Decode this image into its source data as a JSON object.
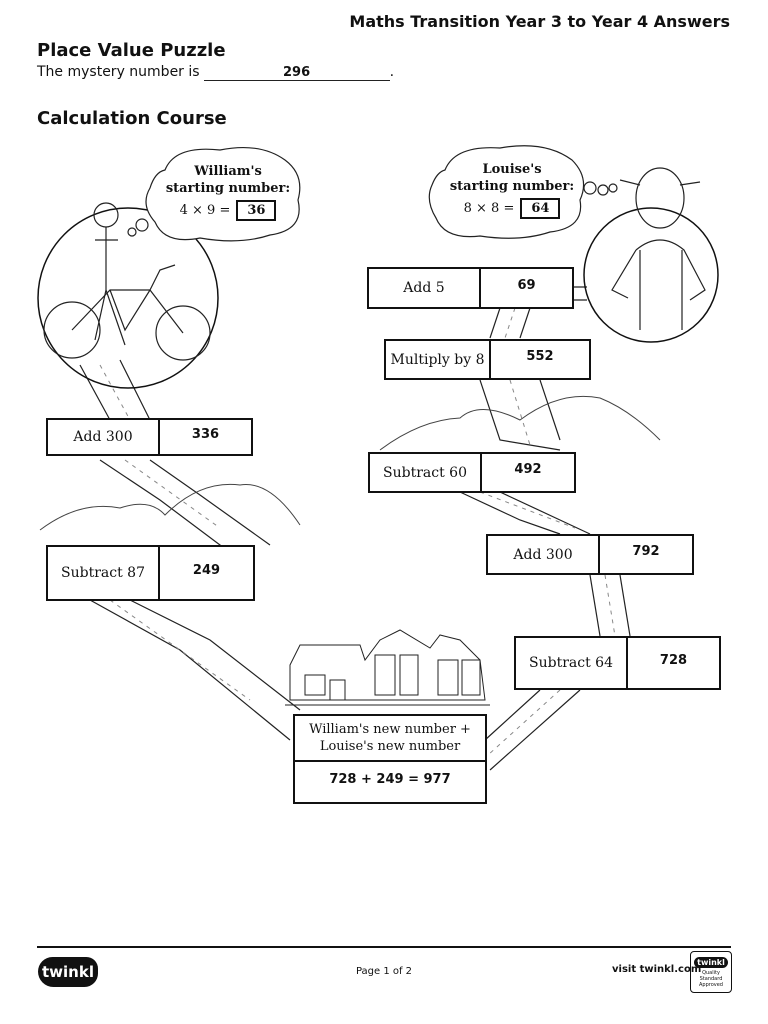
{
  "header": {
    "title": "Maths Transition Year 3 to Year 4 Answers"
  },
  "place_value": {
    "heading": "Place Value Puzzle",
    "sentence": "The mystery number is",
    "answer": "296",
    "end": "."
  },
  "calc": {
    "heading": "Calculation Course"
  },
  "william": {
    "cloud_line1": "William's",
    "cloud_line2": "starting number:",
    "equation": "4 × 9 =",
    "answer": "36",
    "steps": [
      {
        "label": "Add 300",
        "value": "336"
      },
      {
        "label": "Subtract 87",
        "value": "249"
      }
    ]
  },
  "louise": {
    "cloud_line1": "Louise's",
    "cloud_line2": "starting number:",
    "equation": "8 × 8 =",
    "answer": "64",
    "steps": [
      {
        "label": "Add 5",
        "value": "69"
      },
      {
        "label": "Multiply by 8",
        "value": "552"
      },
      {
        "label": "Subtract 60",
        "value": "492"
      },
      {
        "label": "Add 300",
        "value": "792"
      },
      {
        "label": "Subtract 64",
        "value": "728"
      }
    ]
  },
  "final": {
    "line1": "William's new number +",
    "line2": "Louise's new number",
    "result": "728 + 249 = 977"
  },
  "footer": {
    "logo": "twinkl",
    "page": "Page 1 of 2",
    "visit": "visit twinkl.com",
    "badge_logo": "twinkl",
    "badge_text": "Quality Standard Approved"
  }
}
